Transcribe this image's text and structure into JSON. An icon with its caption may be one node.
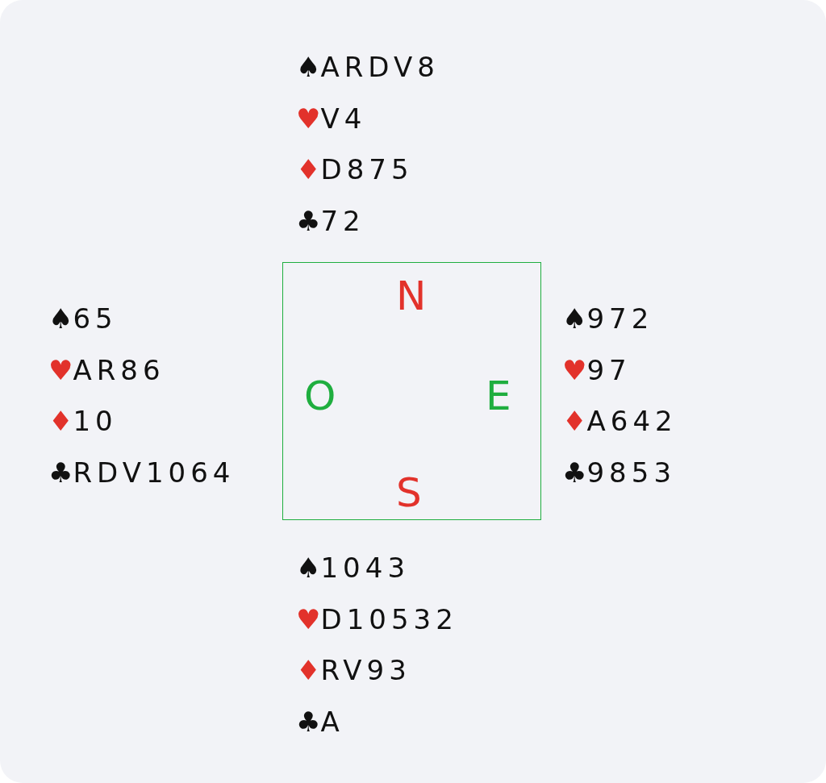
{
  "diagram": {
    "nodes": [
      {
        "text": [
          "N",
          "O",
          "E",
          "S"
        ]
      }
    ],
    "labels": [
      "♠ARDV8",
      "♥V4",
      "♦D875",
      "♣72",
      "♠65",
      "♥AR86",
      "♦10",
      "♣RDV1064",
      "♠972",
      "♥97",
      "♦A642",
      "♣9853",
      "♠1043",
      "♥D10532",
      "♦RV93",
      "♣A"
    ]
  }
}
